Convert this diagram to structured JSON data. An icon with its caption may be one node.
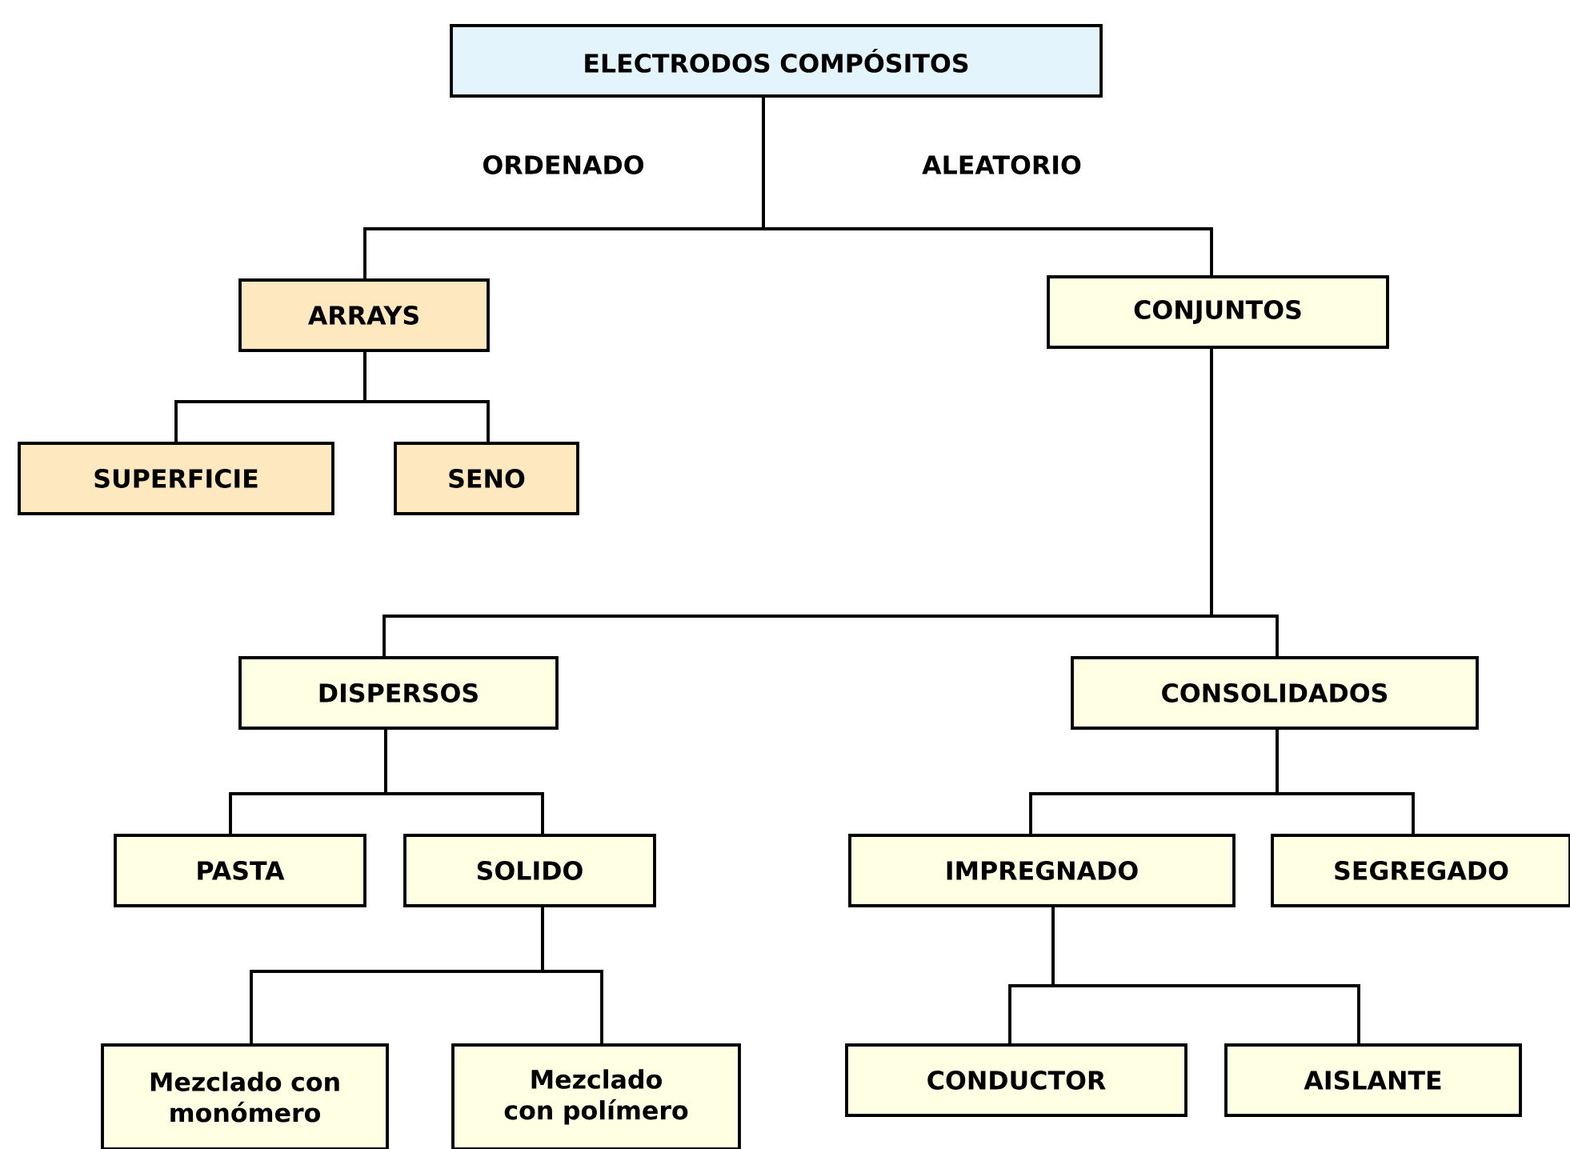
{
  "diagram": {
    "nodes": [
      {
        "text": [
          "ELECTRODOS COMPÓSITOS"
        ]
      },
      {
        "text": [
          "ARRAYS"
        ]
      },
      {
        "text": [
          "CONJUNTOS"
        ]
      },
      {
        "text": [
          "SUPERFICIE"
        ]
      },
      {
        "text": [
          "SENO"
        ]
      },
      {
        "text": [
          "DISPERSOS"
        ]
      },
      {
        "text": [
          "CONSOLIDADOS"
        ]
      },
      {
        "text": [
          "PASTA"
        ]
      },
      {
        "text": [
          "SOLIDO"
        ]
      },
      {
        "text": [
          "IMPREGNADO"
        ]
      },
      {
        "text": [
          "SEGREGADO"
        ]
      },
      {
        "text": [
          "Mezclado con monómero"
        ]
      },
      {
        "text": [
          "Mezclado con polímero"
        ]
      },
      {
        "text": [
          "CONDUCTOR"
        ]
      },
      {
        "text": [
          "AISLANTE"
        ]
      }
    ],
    "edges": [
      {
        "from": 0,
        "to": 1,
        "arrow": "none",
        "label": "ORDENADO"
      },
      {
        "from": 0,
        "to": 2,
        "arrow": "none",
        "label": "ALEATORIO"
      },
      {
        "from": 1,
        "to": 3,
        "arrow": "none"
      },
      {
        "from": 1,
        "to": 4,
        "arrow": "none"
      },
      {
        "from": 2,
        "to": 5,
        "arrow": "none"
      },
      {
        "from": 2,
        "to": 6,
        "arrow": "none"
      },
      {
        "from": 5,
        "to": 7,
        "arrow": "none"
      },
      {
        "from": 5,
        "to": 8,
        "arrow": "none"
      },
      {
        "from": 6,
        "to": 9,
        "arrow": "none"
      },
      {
        "from": 6,
        "to": 10,
        "arrow": "none"
      },
      {
        "from": 8,
        "to": 11,
        "arrow": "none"
      },
      {
        "from": 8,
        "to": 12,
        "arrow": "none"
      },
      {
        "from": 9,
        "to": 13,
        "arrow": "none"
      },
      {
        "from": 9,
        "to": 14,
        "arrow": "none"
      }
    ]
  }
}
